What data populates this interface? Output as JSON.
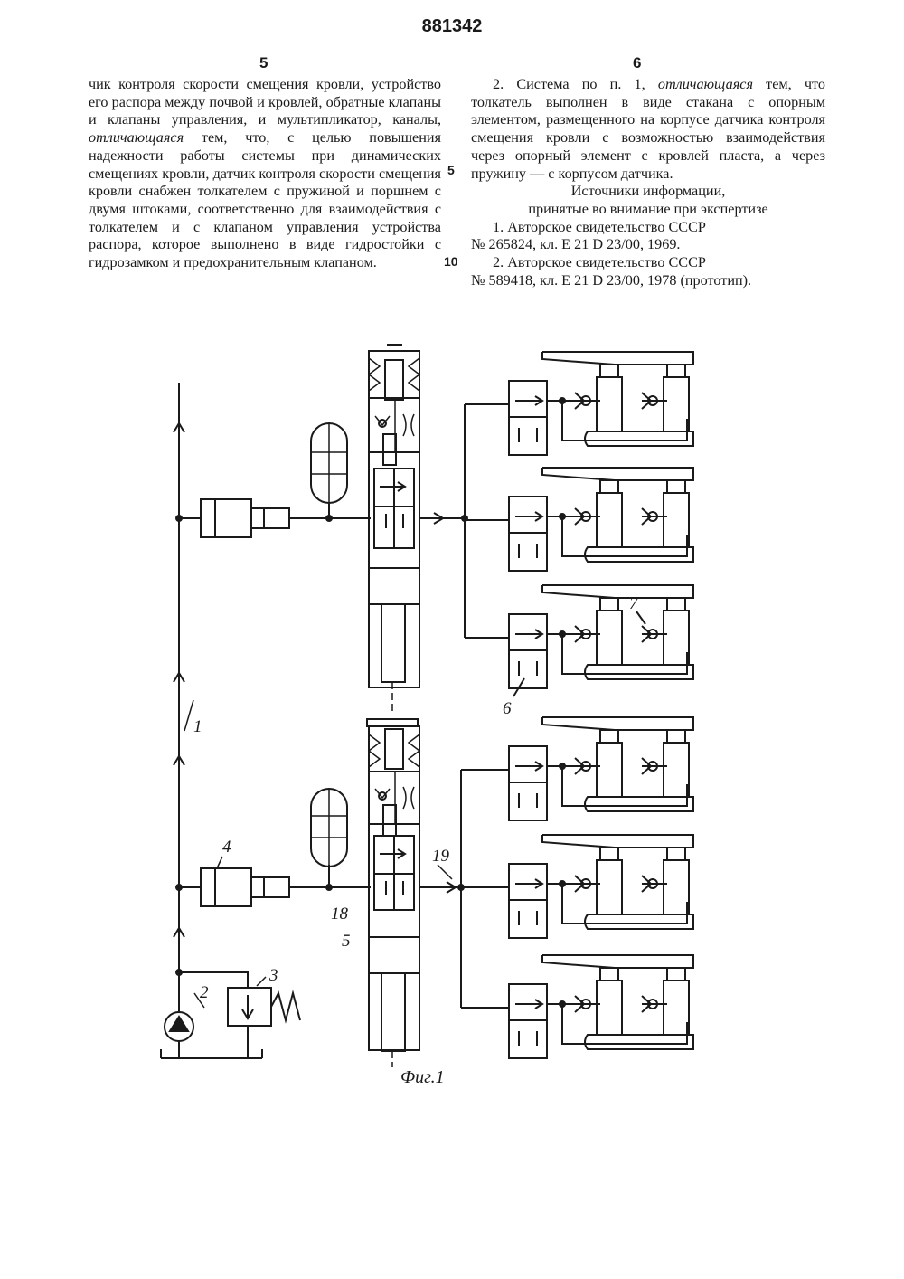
{
  "header": {
    "patent_number": "881342",
    "left_column_number": "5",
    "right_column_number": "6"
  },
  "left_column": {
    "text": "чик контроля скорости смещения кровли, устройство его распора между почвой и кровлей, обратные клапаны и клапаны управления, и мультипликатор, каналы,",
    "emphasis": "отличающаяся",
    "text_after": " тем, что, с целью повышения надежности работы системы при динамических смещениях кровли, датчик контроля скорости смещения кровли снабжен толкателем с пружиной и поршнем с двумя штоками, соответственно для взаимодействия с толкателем и с клапаном управления устройства распора, которое выполнено в виде гидростойки с гидрозамком и предохранительным клапаном."
  },
  "margin_line_numbers": [
    "5",
    "10"
  ],
  "right_column": {
    "claim2_start": "2. Система по п. 1,",
    "claim2_emphasis": "отличающаяся",
    "claim2_rest": " тем, что толкатель выполнен в виде стакана с опорным элементом, размещенного на корпусе датчика контроля смещения кровли с возможностью взаимодействия через опорный элемент с кровлей пласта, а через пружину — с корпусом датчика.",
    "sources_heading_1": "Источники информации,",
    "sources_heading_2": "принятые во внимание при экспертизе",
    "source_1_line1": "1. Авторское свидетельство СССР",
    "source_1_line2": "№ 265824, кл. Е 21 D 23/00, 1969.",
    "source_2_line1": "2. Авторское свидетельство СССР",
    "source_2_line2": "№ 589418, кл. Е 21 D 23/00, 1978 (прототип)."
  },
  "figure": {
    "caption": "Фиг.1",
    "labels": {
      "l1": "1",
      "l2": "2",
      "l3": "3",
      "l4": "4",
      "l5": "5",
      "l6": "6",
      "l7": "7",
      "l18": "18",
      "l19": "19"
    }
  }
}
